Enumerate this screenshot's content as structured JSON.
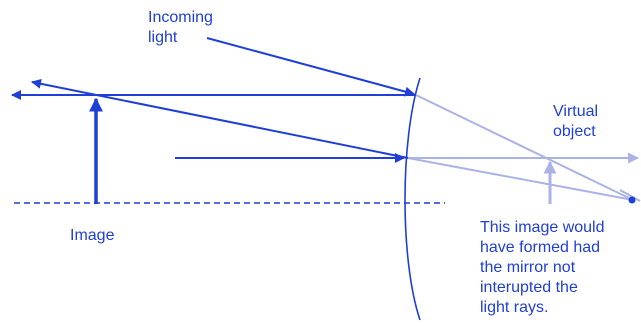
{
  "labels": {
    "incoming_light": "Incoming\nlight",
    "virtual_object": "Virtual\nobject",
    "image": "Image",
    "note": "This image would\nhave formed had\nthe mirror not\ninterupted the\nlight rays."
  },
  "colors": {
    "ray": "#1f3fd6",
    "ghost": "#aab2e6",
    "text": "#1f3fd6",
    "dot": "#1f3fd6"
  }
}
